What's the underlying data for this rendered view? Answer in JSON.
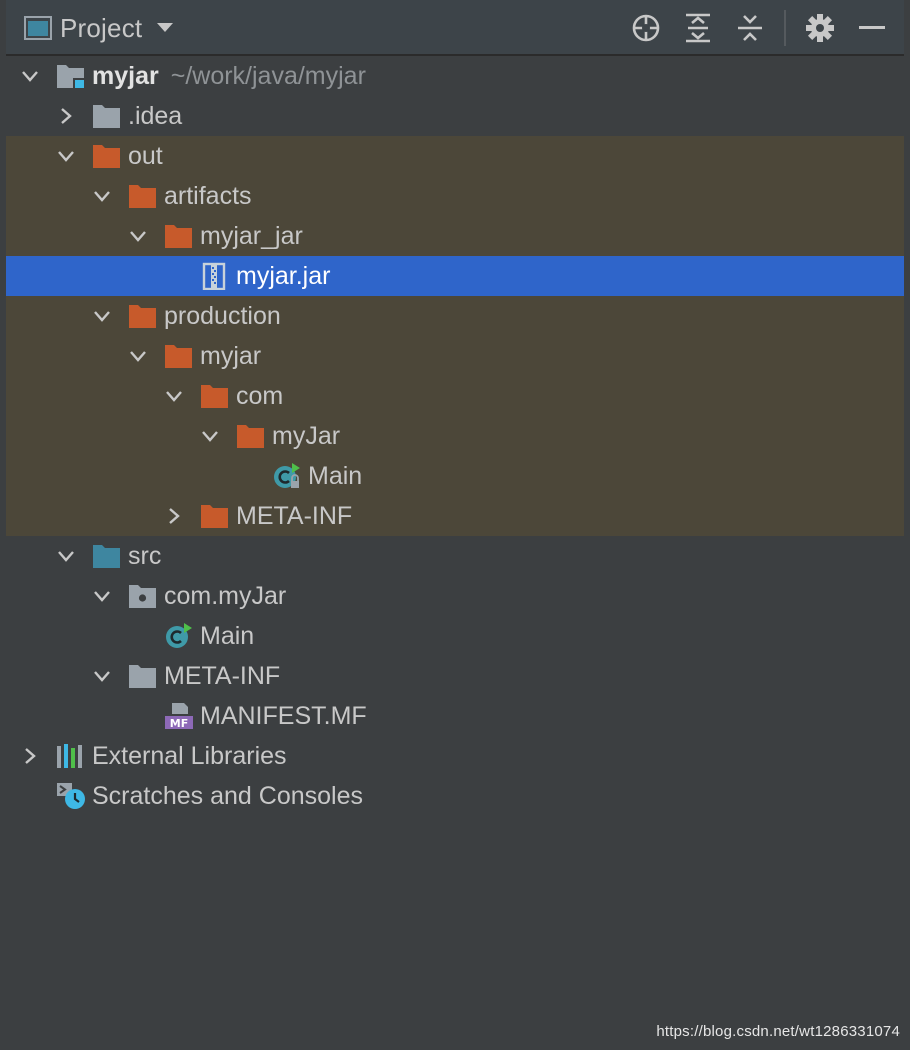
{
  "toolbar": {
    "title": "Project",
    "actions": [
      "locate-icon",
      "expand-all-icon",
      "collapse-all-icon",
      "gear-icon",
      "minimize-icon"
    ]
  },
  "tree": {
    "root_name": "myjar",
    "root_path": "~/work/java/myjar",
    "idea": ".idea",
    "out": "out",
    "artifacts": "artifacts",
    "myjar_jar": "myjar_jar",
    "jar_file": "myjar.jar",
    "production": "production",
    "prod_myjar": "myjar",
    "com": "com",
    "myJar": "myJar",
    "out_main": "Main",
    "out_meta_inf": "META-INF",
    "src": "src",
    "com_myJar": "com.myJar",
    "src_main": "Main",
    "src_meta_inf": "META-INF",
    "manifest": "MANIFEST.MF",
    "external_libraries": "External Libraries",
    "scratches": "Scratches and Consoles"
  },
  "colors": {
    "background": "#3c3f41",
    "excluded_background": "#4c4739",
    "selection": "#2f65ca",
    "excluded_folder": "#c75a2b",
    "gray_folder": "#9aa3ab",
    "source_folder": "#3e86a0"
  },
  "watermark": "https://blog.csdn.net/wt1286331074"
}
